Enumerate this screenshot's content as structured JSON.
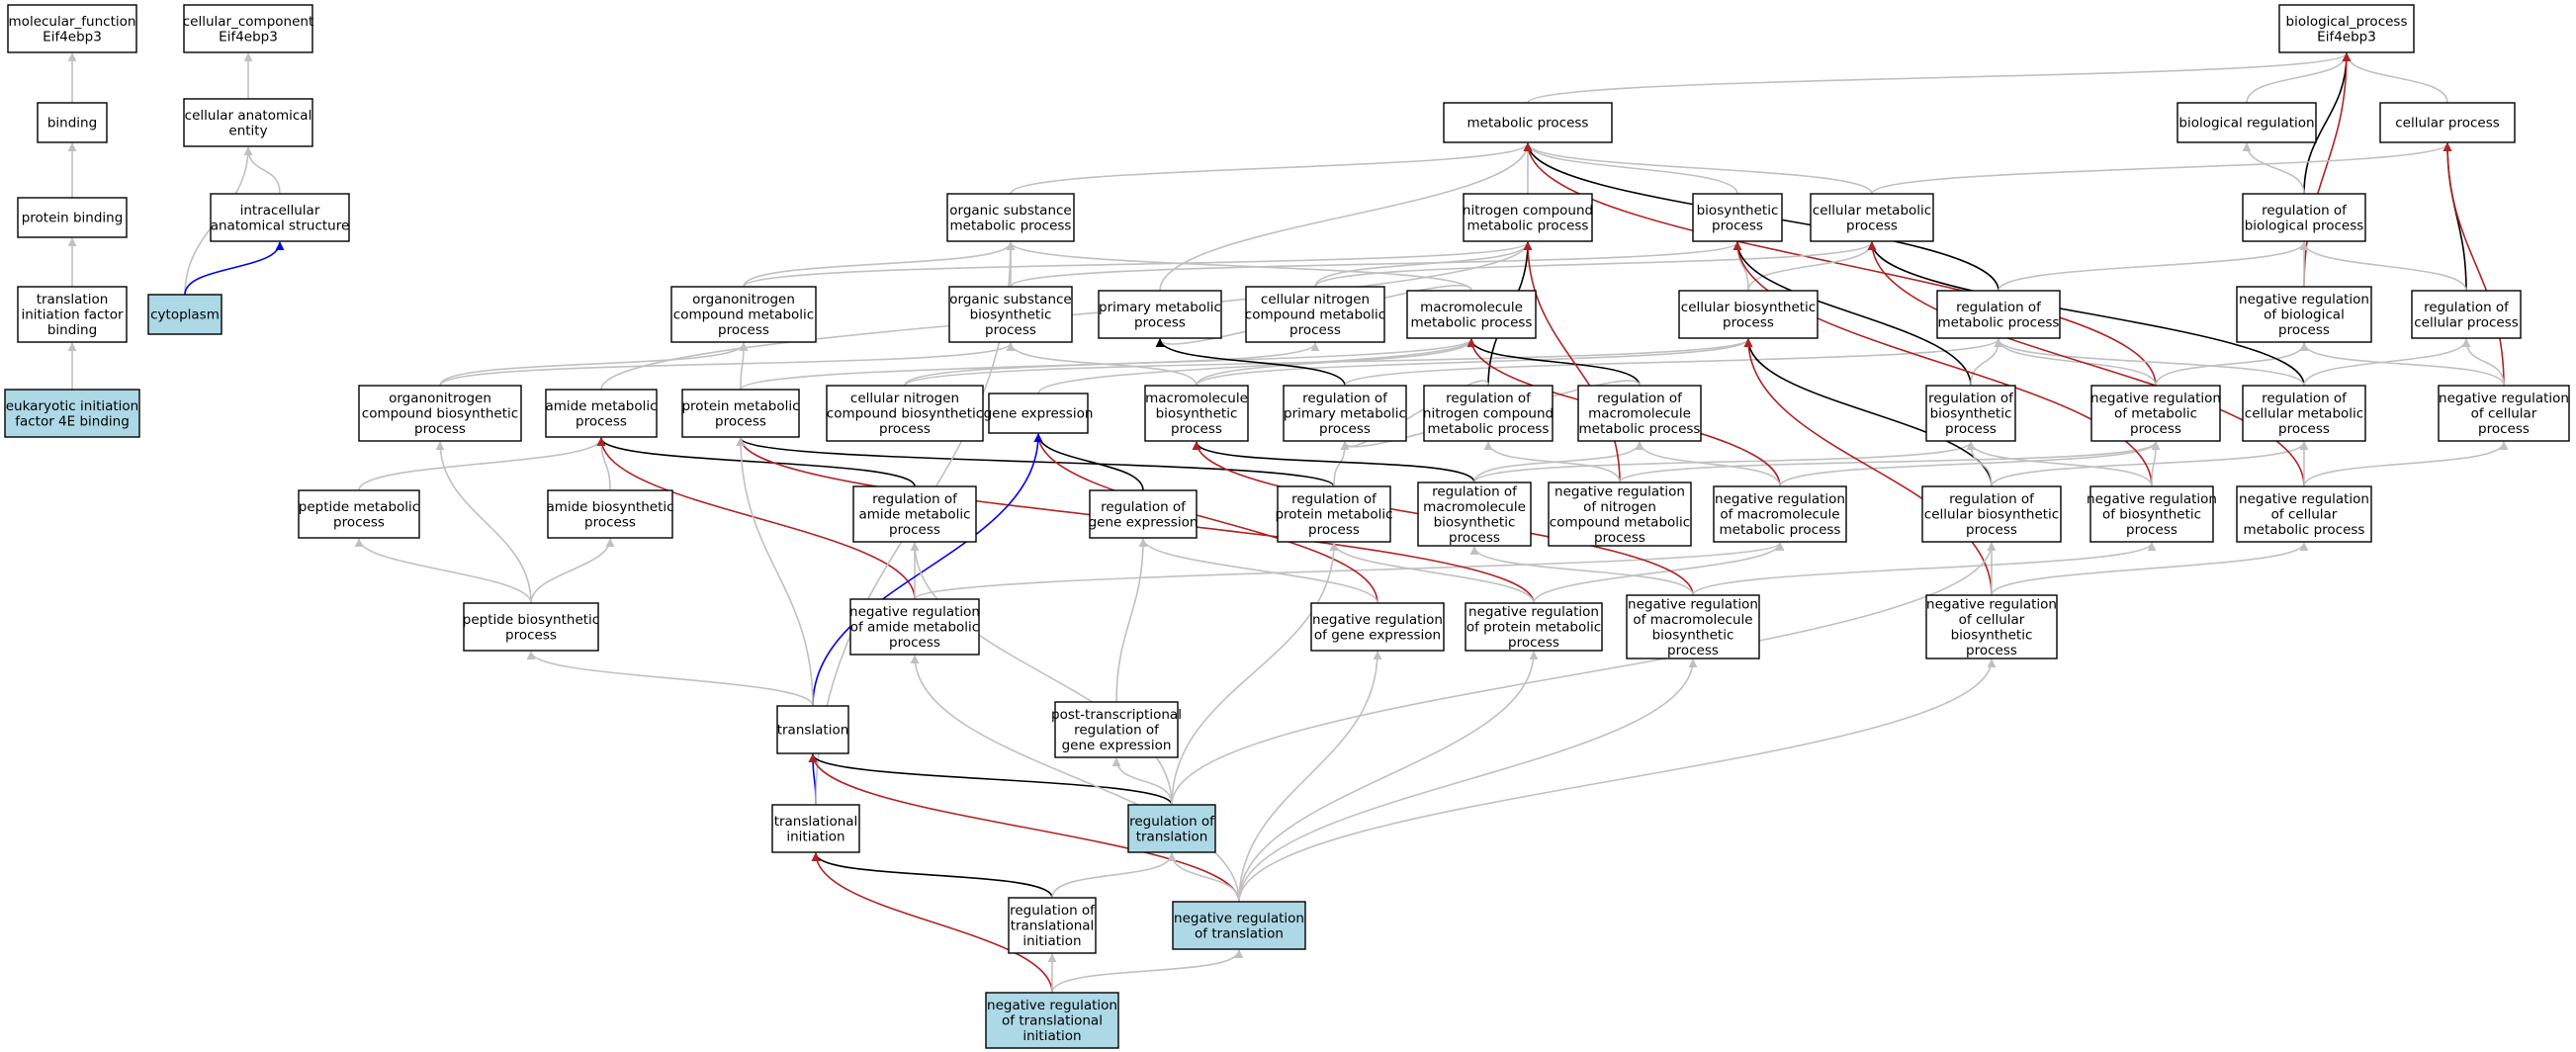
{
  "colors": {
    "gray": "#c0c0c0",
    "black": "#000000",
    "red": "#b22222",
    "blue": "#0000ee",
    "highlight_fill": "#add8e6",
    "normal_fill": "#ffffff"
  },
  "nodes": [
    {
      "id": "mf",
      "lines": [
        "molecular_function",
        "Eif4ebp3"
      ]
    },
    {
      "id": "cc",
      "lines": [
        "cellular_component",
        "Eif4ebp3"
      ]
    },
    {
      "id": "bp",
      "lines": [
        "biological_process",
        "Eif4ebp3"
      ]
    },
    {
      "id": "binding",
      "lines": [
        "binding"
      ]
    },
    {
      "id": "cae",
      "lines": [
        "cellular anatomical",
        "entity"
      ]
    },
    {
      "id": "protbind",
      "lines": [
        "protein binding"
      ]
    },
    {
      "id": "ias",
      "lines": [
        "intracellular",
        "anatomical structure"
      ]
    },
    {
      "id": "tifb",
      "lines": [
        "translation",
        "initiation factor",
        "binding"
      ]
    },
    {
      "id": "cytoplasm",
      "lines": [
        "cytoplasm"
      ],
      "highlight": true
    },
    {
      "id": "eif4e",
      "lines": [
        "eukaryotic initiation",
        "factor 4E binding"
      ],
      "highlight": true
    },
    {
      "id": "metproc",
      "lines": [
        "metabolic process"
      ]
    },
    {
      "id": "bioreg",
      "lines": [
        "biological regulation"
      ]
    },
    {
      "id": "cellproc",
      "lines": [
        "cellular process"
      ]
    },
    {
      "id": "osmp",
      "lines": [
        "organic substance",
        "metabolic process"
      ]
    },
    {
      "id": "ncmp",
      "lines": [
        "nitrogen compound",
        "metabolic process"
      ]
    },
    {
      "id": "biosyn",
      "lines": [
        "biosynthetic",
        "process"
      ]
    },
    {
      "id": "cellmet",
      "lines": [
        "cellular metabolic",
        "process"
      ]
    },
    {
      "id": "regbio",
      "lines": [
        "regulation of",
        "biological process"
      ]
    },
    {
      "id": "orgncmp",
      "lines": [
        "organonitrogen",
        "compound metabolic",
        "process"
      ]
    },
    {
      "id": "osbp",
      "lines": [
        "organic substance",
        "biosynthetic",
        "process"
      ]
    },
    {
      "id": "primmet",
      "lines": [
        "primary metabolic",
        "process"
      ]
    },
    {
      "id": "cncmp",
      "lines": [
        "cellular nitrogen",
        "compound metabolic",
        "process"
      ]
    },
    {
      "id": "macromet",
      "lines": [
        "macromolecule",
        "metabolic process"
      ]
    },
    {
      "id": "cellbio",
      "lines": [
        "cellular biosynthetic",
        "process"
      ]
    },
    {
      "id": "regmet",
      "lines": [
        "regulation of",
        "metabolic process"
      ]
    },
    {
      "id": "negregbio",
      "lines": [
        "negative regulation",
        "of biological",
        "process"
      ]
    },
    {
      "id": "regcell",
      "lines": [
        "regulation of",
        "cellular process"
      ]
    },
    {
      "id": "orgncbp",
      "lines": [
        "organonitrogen",
        "compound biosynthetic",
        "process"
      ]
    },
    {
      "id": "amidemet",
      "lines": [
        "amide metabolic",
        "process"
      ]
    },
    {
      "id": "protmet",
      "lines": [
        "protein metabolic",
        "process"
      ]
    },
    {
      "id": "cncbp",
      "lines": [
        "cellular nitrogen",
        "compound biosynthetic",
        "process"
      ]
    },
    {
      "id": "geneexp",
      "lines": [
        "gene expression"
      ]
    },
    {
      "id": "macrobio",
      "lines": [
        "macromolecule",
        "biosynthetic",
        "process"
      ]
    },
    {
      "id": "regprim",
      "lines": [
        "regulation of",
        "primary metabolic",
        "process"
      ]
    },
    {
      "id": "regncmp",
      "lines": [
        "regulation of",
        "nitrogen compound",
        "metabolic process"
      ]
    },
    {
      "id": "regmacromet",
      "lines": [
        "regulation of",
        "macromolecule",
        "metabolic process"
      ]
    },
    {
      "id": "regbios",
      "lines": [
        "regulation of",
        "biosynthetic",
        "process"
      ]
    },
    {
      "id": "negregmet",
      "lines": [
        "negative regulation",
        "of metabolic",
        "process"
      ]
    },
    {
      "id": "regcellmet",
      "lines": [
        "regulation of",
        "cellular metabolic",
        "process"
      ]
    },
    {
      "id": "negregcell",
      "lines": [
        "negative regulation",
        "of cellular",
        "process"
      ]
    },
    {
      "id": "peptmet",
      "lines": [
        "peptide metabolic",
        "process"
      ]
    },
    {
      "id": "amidebio",
      "lines": [
        "amide biosynthetic",
        "process"
      ]
    },
    {
      "id": "regamide",
      "lines": [
        "regulation of",
        "amide metabolic",
        "process"
      ]
    },
    {
      "id": "reggeneexp",
      "lines": [
        "regulation of",
        "gene expression"
      ]
    },
    {
      "id": "regprot",
      "lines": [
        "regulation of",
        "protein metabolic",
        "process"
      ]
    },
    {
      "id": "regmacrobio",
      "lines": [
        "regulation of",
        "macromolecule",
        "biosynthetic",
        "process"
      ]
    },
    {
      "id": "negregncmp",
      "lines": [
        "negative regulation",
        "of nitrogen",
        "compound metabolic",
        "process"
      ]
    },
    {
      "id": "negregmacromet",
      "lines": [
        "negative regulation",
        "of macromolecule",
        "metabolic process"
      ]
    },
    {
      "id": "regcellbio",
      "lines": [
        "regulation of",
        "cellular biosynthetic",
        "process"
      ]
    },
    {
      "id": "negregbios",
      "lines": [
        "negative regulation",
        "of biosynthetic",
        "process"
      ]
    },
    {
      "id": "negregcellmet",
      "lines": [
        "negative regulation",
        "of cellular",
        "metabolic process"
      ]
    },
    {
      "id": "peptbio",
      "lines": [
        "peptide biosynthetic",
        "process"
      ]
    },
    {
      "id": "negregamide",
      "lines": [
        "negative regulation",
        "of amide metabolic",
        "process"
      ]
    },
    {
      "id": "negreggeneexp",
      "lines": [
        "negative regulation",
        "of gene expression"
      ]
    },
    {
      "id": "negregprot",
      "lines": [
        "negative regulation",
        "of protein metabolic",
        "process"
      ]
    },
    {
      "id": "negregmacrobio",
      "lines": [
        "negative regulation",
        "of macromolecule",
        "biosynthetic",
        "process"
      ]
    },
    {
      "id": "negregcellbio",
      "lines": [
        "negative regulation",
        "of cellular",
        "biosynthetic",
        "process"
      ]
    },
    {
      "id": "translation",
      "lines": [
        "translation"
      ]
    },
    {
      "id": "ptrge",
      "lines": [
        "post-transcriptional",
        "regulation of",
        "gene expression"
      ]
    },
    {
      "id": "transinit",
      "lines": [
        "translational",
        "initiation"
      ]
    },
    {
      "id": "regtrans",
      "lines": [
        "regulation of",
        "translation"
      ],
      "highlight": true
    },
    {
      "id": "regtransinit",
      "lines": [
        "regulation of",
        "translational",
        "initiation"
      ]
    },
    {
      "id": "negregtrans",
      "lines": [
        "negative regulation",
        "of translation"
      ],
      "highlight": true
    },
    {
      "id": "negregtransinit",
      "lines": [
        "negative regulation",
        "of translational",
        "initiation"
      ],
      "highlight": true
    }
  ],
  "edges": [
    [
      "binding",
      "mf",
      "gray"
    ],
    [
      "protbind",
      "binding",
      "gray"
    ],
    [
      "tifb",
      "protbind",
      "gray"
    ],
    [
      "eif4e",
      "tifb",
      "gray"
    ],
    [
      "cae",
      "cc",
      "gray"
    ],
    [
      "ias",
      "cae",
      "gray"
    ],
    [
      "cytoplasm",
      "cae",
      "gray"
    ],
    [
      "cytoplasm",
      "ias",
      "blue"
    ],
    [
      "metproc",
      "bp",
      "gray"
    ],
    [
      "bioreg",
      "bp",
      "gray"
    ],
    [
      "cellproc",
      "bp",
      "gray"
    ],
    [
      "regbio",
      "bp",
      "black"
    ],
    [
      "negregbio",
      "bp",
      "red"
    ],
    [
      "regbio",
      "bioreg",
      "gray"
    ],
    [
      "osmp",
      "metproc",
      "gray"
    ],
    [
      "ncmp",
      "metproc",
      "gray"
    ],
    [
      "biosyn",
      "metproc",
      "gray"
    ],
    [
      "cellmet",
      "metproc",
      "gray"
    ],
    [
      "cellmet",
      "cellproc",
      "gray"
    ],
    [
      "primmet",
      "metproc",
      "gray"
    ],
    [
      "regmet",
      "metproc",
      "black"
    ],
    [
      "negregmet",
      "metproc",
      "red"
    ],
    [
      "negregbio",
      "regbio",
      "gray"
    ],
    [
      "regcell",
      "cellproc",
      "black"
    ],
    [
      "negregcell",
      "cellproc",
      "red"
    ],
    [
      "regcell",
      "regbio",
      "gray"
    ],
    [
      "regmet",
      "regbio",
      "gray"
    ],
    [
      "negregcell",
      "regcell",
      "gray"
    ],
    [
      "negregcell",
      "negregbio",
      "gray"
    ],
    [
      "orgncmp",
      "osmp",
      "gray"
    ],
    [
      "orgncmp",
      "ncmp",
      "gray"
    ],
    [
      "osbp",
      "osmp",
      "gray"
    ],
    [
      "osbp",
      "biosyn",
      "gray"
    ],
    [
      "macromet",
      "osmp",
      "gray"
    ],
    [
      "macromet",
      "primmet",
      "gray"
    ],
    [
      "cncmp",
      "ncmp",
      "gray"
    ],
    [
      "cncmp",
      "cellmet",
      "gray"
    ],
    [
      "cellbio",
      "biosyn",
      "gray"
    ],
    [
      "cellbio",
      "cellmet",
      "gray"
    ],
    [
      "orgncbp",
      "orgncmp",
      "gray"
    ],
    [
      "orgncbp",
      "osbp",
      "gray"
    ],
    [
      "amidemet",
      "ncmp",
      "gray"
    ],
    [
      "protmet",
      "orgncmp",
      "gray"
    ],
    [
      "protmet",
      "macromet",
      "gray"
    ],
    [
      "cncbp",
      "cncmp",
      "gray"
    ],
    [
      "cncbp",
      "cellbio",
      "gray"
    ],
    [
      "geneexp",
      "macromet",
      "gray"
    ],
    [
      "macrobio",
      "macromet",
      "gray"
    ],
    [
      "macrobio",
      "osbp",
      "gray"
    ],
    [
      "macrobio",
      "cellbio",
      "gray"
    ],
    [
      "regprim",
      "primmet",
      "black"
    ],
    [
      "regprim",
      "regmet",
      "gray"
    ],
    [
      "regncmp",
      "ncmp",
      "black"
    ],
    [
      "regncmp",
      "regprim",
      "gray"
    ],
    [
      "regmacromet",
      "macromet",
      "black"
    ],
    [
      "regmacromet",
      "regprim",
      "gray"
    ],
    [
      "regbios",
      "biosyn",
      "black"
    ],
    [
      "regbios",
      "regmet",
      "gray"
    ],
    [
      "negregmet",
      "regmet",
      "gray"
    ],
    [
      "negregmet",
      "negregbio",
      "gray"
    ],
    [
      "regcellmet",
      "cellmet",
      "black"
    ],
    [
      "regcellmet",
      "regmet",
      "gray"
    ],
    [
      "regcellmet",
      "regcell",
      "gray"
    ],
    [
      "peptmet",
      "amidemet",
      "gray"
    ],
    [
      "amidebio",
      "amidemet",
      "gray"
    ],
    [
      "regamide",
      "amidemet",
      "black"
    ],
    [
      "reggeneexp",
      "geneexp",
      "black"
    ],
    [
      "regprot",
      "protmet",
      "black"
    ],
    [
      "regprot",
      "regprim",
      "gray"
    ],
    [
      "regmacrobio",
      "macrobio",
      "black"
    ],
    [
      "regmacrobio",
      "regmacromet",
      "gray"
    ],
    [
      "regmacrobio",
      "regbios",
      "gray"
    ],
    [
      "negregncmp",
      "ncmp",
      "red"
    ],
    [
      "negregncmp",
      "regncmp",
      "gray"
    ],
    [
      "negregncmp",
      "negregmet",
      "gray"
    ],
    [
      "negregmacromet",
      "macromet",
      "red"
    ],
    [
      "negregmacromet",
      "regmacromet",
      "gray"
    ],
    [
      "negregmacromet",
      "negregmet",
      "gray"
    ],
    [
      "regcellbio",
      "cellbio",
      "black"
    ],
    [
      "regcellbio",
      "regbios",
      "gray"
    ],
    [
      "regcellbio",
      "regcellmet",
      "gray"
    ],
    [
      "negregbios",
      "biosyn",
      "red"
    ],
    [
      "negregbios",
      "regbios",
      "gray"
    ],
    [
      "negregbios",
      "negregmet",
      "gray"
    ],
    [
      "negregcellmet",
      "cellmet",
      "red"
    ],
    [
      "negregcellmet",
      "regcellmet",
      "gray"
    ],
    [
      "negregcellmet",
      "negregcell",
      "gray"
    ],
    [
      "peptbio",
      "peptmet",
      "gray"
    ],
    [
      "peptbio",
      "amidebio",
      "gray"
    ],
    [
      "peptbio",
      "orgncbp",
      "gray"
    ],
    [
      "negregamide",
      "amidemet",
      "red"
    ],
    [
      "negregamide",
      "regamide",
      "gray"
    ],
    [
      "negregamide",
      "negregmacromet",
      "gray"
    ],
    [
      "negreggeneexp",
      "geneexp",
      "red"
    ],
    [
      "negreggeneexp",
      "reggeneexp",
      "gray"
    ],
    [
      "negregprot",
      "protmet",
      "red"
    ],
    [
      "negregprot",
      "regprot",
      "gray"
    ],
    [
      "negregprot",
      "negregmacromet",
      "gray"
    ],
    [
      "negregmacrobio",
      "macrobio",
      "red"
    ],
    [
      "negregmacrobio",
      "regmacrobio",
      "gray"
    ],
    [
      "negregmacrobio",
      "negregbios",
      "gray"
    ],
    [
      "negregcellbio",
      "cellbio",
      "red"
    ],
    [
      "negregcellbio",
      "regcellbio",
      "gray"
    ],
    [
      "negregcellbio",
      "negregcellmet",
      "gray"
    ],
    [
      "translation",
      "peptbio",
      "gray"
    ],
    [
      "translation",
      "geneexp",
      "blue"
    ],
    [
      "translation",
      "protmet",
      "gray"
    ],
    [
      "ptrge",
      "reggeneexp",
      "gray"
    ],
    [
      "transinit",
      "translation",
      "blue"
    ],
    [
      "transinit",
      "osmp",
      "gray"
    ],
    [
      "regtrans",
      "translation",
      "black"
    ],
    [
      "regtrans",
      "ptrge",
      "gray"
    ],
    [
      "regtrans",
      "regamide",
      "gray"
    ],
    [
      "regtrans",
      "regprot",
      "gray"
    ],
    [
      "regtrans",
      "regcellbio",
      "gray"
    ],
    [
      "regtransinit",
      "transinit",
      "black"
    ],
    [
      "regtransinit",
      "regtrans",
      "gray"
    ],
    [
      "negregtrans",
      "translation",
      "red"
    ],
    [
      "negregtrans",
      "regtrans",
      "gray"
    ],
    [
      "negregtrans",
      "negreggeneexp",
      "gray"
    ],
    [
      "negregtrans",
      "negregprot",
      "gray"
    ],
    [
      "negregtrans",
      "negregmacrobio",
      "gray"
    ],
    [
      "negregtrans",
      "negregcellbio",
      "gray"
    ],
    [
      "negregtrans",
      "negregamide",
      "gray"
    ],
    [
      "negregtransinit",
      "transinit",
      "red"
    ],
    [
      "negregtransinit",
      "regtransinit",
      "gray"
    ],
    [
      "negregtransinit",
      "negregtrans",
      "gray"
    ]
  ]
}
